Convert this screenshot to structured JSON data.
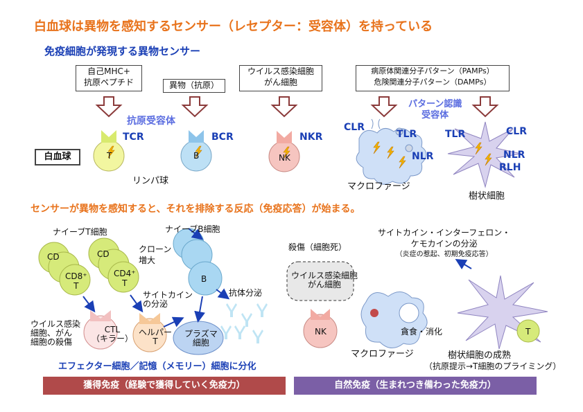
{
  "title": "白血球は異物を感知するセンサー（レセプター：受容体）を持っている",
  "section1": "免疫細胞が発現する異物センサー",
  "boxes": {
    "self_mhc": [
      "自己MHC+",
      "抗原ペプチド"
    ],
    "foreign": "異物（抗原）",
    "virus": [
      "ウイルス感染細胞",
      "がん細胞"
    ],
    "pamps": [
      "病原体関連分子パターン（PAMPs）",
      "危険関連分子パターン（DAMPs）"
    ]
  },
  "antigen_receptor": "抗原受容体",
  "pattern_receptor": [
    "パターン認識",
    "受容体"
  ],
  "receptors": {
    "tcr": "TCR",
    "bcr": "BCR",
    "nkr": "NKR",
    "clr": "CLR",
    "tlr": "TLR",
    "nlr": "NLR",
    "rlh": "RLH"
  },
  "cells": {
    "t": "T",
    "b": "B",
    "nk": "NK"
  },
  "leukocyte": "白血球",
  "lymphocyte": "リンパ球",
  "macrophage": "マクロファージ",
  "dendritic": "樹状細胞",
  "section2": "センサーが異物を感知すると、それを排除する反応（免疫応答）が始まる。",
  "naive_t": "ナイーブT細胞",
  "naive_b": "ナイーブB細胞",
  "cd8": [
    "CD8⁺",
    "T"
  ],
  "cd4": [
    "CD4⁺",
    "T"
  ],
  "cd_partial": "CD",
  "clone": [
    "クローン",
    "増大"
  ],
  "b_cell": "B",
  "cytokine": [
    "サイトカイン",
    "の分泌"
  ],
  "antibody": "抗体分泌",
  "ctl": [
    "CTL",
    "（キラー）"
  ],
  "helper": [
    "ヘルパー",
    "T"
  ],
  "plasma": [
    "プラズマ",
    "細胞"
  ],
  "virus_kill": [
    "ウイルス感染",
    "細胞、がん",
    "細胞の殺傷"
  ],
  "effector": "エフェクター細胞／記憶（メモリー）細胞に分化",
  "kill": "殺傷（細胞死）",
  "virus_cell": [
    "ウイルス感染細胞",
    "がん細胞"
  ],
  "nk": "NK",
  "cytokine2": [
    "サイトカイン・インターフェロン・",
    "ケモカインの分泌",
    "（炎症の惹起、初期免疫応答）"
  ],
  "phago": "貪食・消化",
  "macrophage2": "マクロファージ",
  "dc_mature": "樹状細胞の成熟",
  "dc_present": "（抗原提示→T細胞のプライミング）",
  "t_small": "T",
  "banner_acquired": "獲得免疫（経験で獲得していく免疫力）",
  "banner_innate": "自然免疫（生まれつき備わった免疫力）",
  "colors": {
    "orange": "#e8731c",
    "blue": "#1a3fb5",
    "acquired": "#b04a4a",
    "innate": "#7b5fa6",
    "bolt": "#f2b400"
  }
}
